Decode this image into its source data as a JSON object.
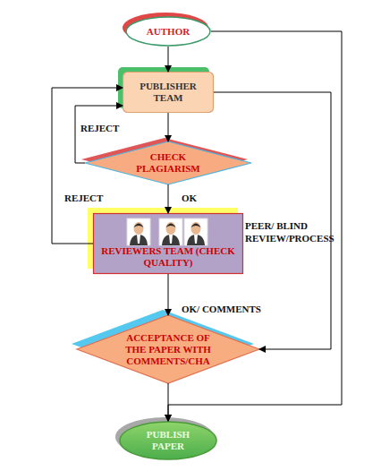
{
  "diagram": {
    "nodes": [
      {
        "text": [
          "AUTHOR"
        ]
      },
      {
        "text": [
          "PUBLISHER TEAM"
        ]
      },
      {
        "text": [
          "CHECK PLAGIARISM"
        ]
      },
      {
        "text": [
          "REVIEWERS TEAM (CHECK QUALITY)"
        ]
      },
      {
        "text": [
          "ACCEPTANCE OF THE PAPER WITH COMMENTS/CHA"
        ]
      },
      {
        "text": [
          "PUBLISH PAPER"
        ]
      }
    ],
    "edges": [
      {
        "from": 0,
        "to": 1,
        "arrow": "to"
      },
      {
        "from": 0,
        "to": 5,
        "arrow": "to"
      },
      {
        "from": 1,
        "to": 2,
        "arrow": "to"
      },
      {
        "from": 2,
        "to": 1,
        "label": "REJECT",
        "arrow": "to"
      },
      {
        "from": 3,
        "to": 1,
        "label": "REJECT",
        "arrow": "to"
      },
      {
        "from": 2,
        "to": 3,
        "label": "OK",
        "arrow": "to"
      },
      {
        "from": 3,
        "to": 4,
        "label": "OK/ COMMENTS",
        "arrow": "to"
      },
      {
        "from": 1,
        "to": 4,
        "arrow": "to"
      },
      {
        "from": 4,
        "to": 5,
        "arrow": "to"
      }
    ],
    "labels": [
      "PEER/ BLIND REVIEW/PROCESS"
    ]
  }
}
